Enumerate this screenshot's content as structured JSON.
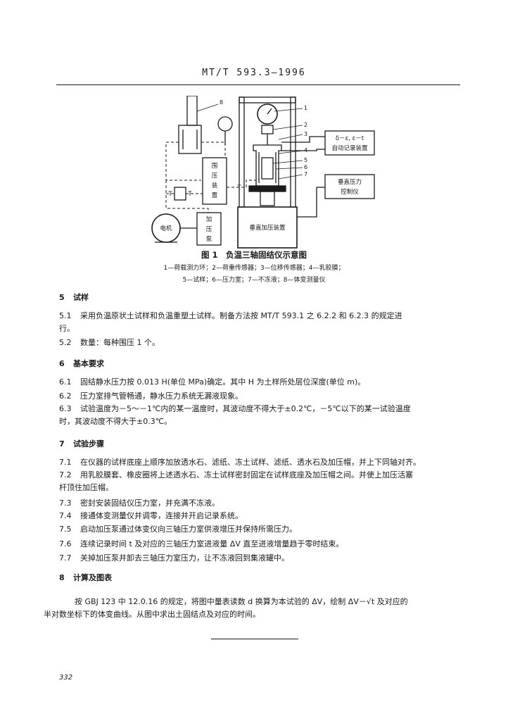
{
  "header": {
    "standard": "MT/T 593.3—1996"
  },
  "figure": {
    "callouts": [
      "1",
      "2",
      "3",
      "4",
      "5",
      "6",
      "7",
      "8"
    ],
    "labels": {
      "record_top": "δ－ε, ε－t",
      "record_bottom": "自动记录装置",
      "pressure_top": "垂直压力",
      "pressure_bottom": "控制仪",
      "confining_1": "围",
      "confining_2": "压",
      "confining_3": "装",
      "confining_4": "置",
      "motor": "电机",
      "pump_1": "加",
      "pump_2": "压",
      "pump_3": "泵",
      "vertical_device": "垂直加压装置",
      "tee_1": "T",
      "tee_2": "T",
      "tee_3": "T"
    },
    "caption": "图 1　负温三轴固结仪示意图",
    "legend_line1": "1—荷载测力环；2—荷重传感器；3—位移传感器；4—乳胶膜；",
    "legend_line2": "5—试样；6—压力室；7—不冻液；8—体变测量仪"
  },
  "sections": [
    {
      "num": "5",
      "title": "试样"
    },
    {
      "num": "6",
      "title": "基本要求"
    },
    {
      "num": "7",
      "title": "试验步骤"
    },
    {
      "num": "8",
      "title": "计算及图表"
    }
  ],
  "paras": {
    "p5_1": {
      "num": "5.1",
      "text": "采用负温原状土试样和负温重塑土试样。制备方法按 MT/T 593.1 之 6.2.2 和 6.2.3 的规定进",
      "cont": "行。"
    },
    "p5_2": {
      "num": "5.2",
      "text": "数量：每种围压 1 个。"
    },
    "p6_1": {
      "num": "6.1",
      "text": "固结静水压力按 0.013 H(单位 MPa)确定。其中 H 为土样所处层位深度(单位 m)。"
    },
    "p6_2": {
      "num": "6.2",
      "text": "压力室排气管畅通，静水压力系统无漏液现象。"
    },
    "p6_3": {
      "num": "6.3",
      "text": "试验温度为－5～－1℃内的某一温度时，其波动度不得大于±0.2℃，－5℃以下的某一试验温度",
      "cont": "时，其波动度不得大于±0.3℃。"
    },
    "p7_1": {
      "num": "7.1",
      "text": "在仪器的试样底座上顺序加放透水石、滤纸、冻土试样、滤纸、透水石及加压帽，并上下同轴对齐。"
    },
    "p7_2": {
      "num": "7.2",
      "text": "用乳胶膜套、橡皮圈将上述透水石、冻土试样密封固定在试样底座及加压帽之间。并使上加压活塞",
      "cont": "杆顶住加压帽。"
    },
    "p7_3": {
      "num": "7.3",
      "text": "密封安装固结仪压力室，并充满不冻液。"
    },
    "p7_4": {
      "num": "7.4",
      "text": "接通体变测量仪并调零，连接并开启记录系统。"
    },
    "p7_5": {
      "num": "7.5",
      "text": "启动加压泵通过体变仪向三轴压力室供液增压并保持所需压力。"
    },
    "p7_6": {
      "num": "7.6",
      "text": "连续记录时间 t 及对应的三轴压力室进液量 ΔV 直至进液增量趋于零时结束。"
    },
    "p7_7": {
      "num": "7.7",
      "text": "关掉加压泵并卸去三轴压力室压力，让不冻液回到集液罐中。"
    },
    "p8": {
      "text": "按 GBJ 123 中 12.0.16 的规定，将图中量表读数 d 换算为本试验的 ΔV，绘制 ΔV－√t 及对应的",
      "cont": "半对数坐标下的体变曲线。从图中求出土固结点及对应的时间。"
    }
  },
  "page_number": "332"
}
